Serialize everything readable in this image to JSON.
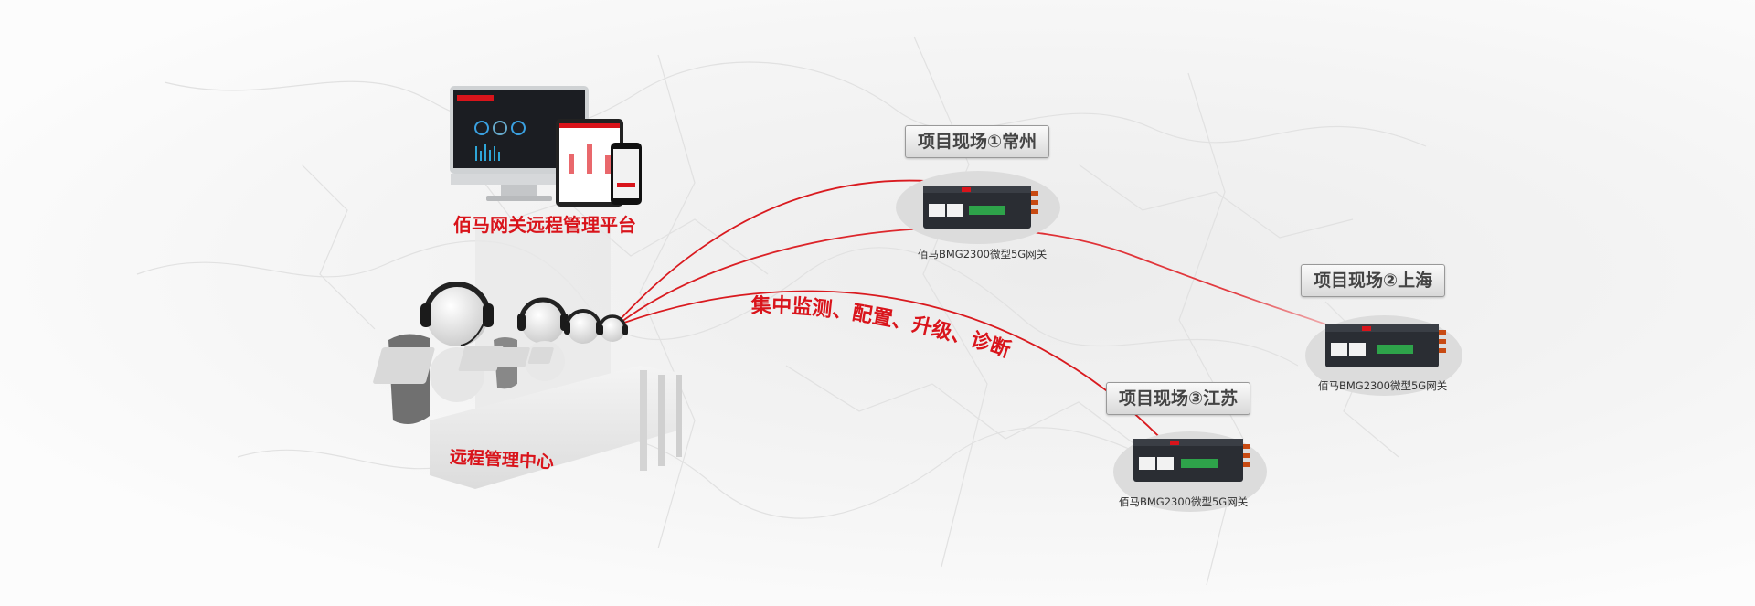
{
  "platform_label": "佰马网关远程管理平台",
  "center_label": "远程管理中心",
  "curve_label": "集中监测、配置、升级、诊断",
  "sites": [
    {
      "title": "项目现场①常州",
      "device_caption": "佰马BMG2300微型5G网关"
    },
    {
      "title": "项目现场②上海",
      "device_caption": "佰马BMG2300微型5G网关"
    },
    {
      "title": "项目现场③江苏",
      "device_caption": "佰马BMG2300微型5G网关"
    }
  ],
  "colors": {
    "accent_red": "#d9141b",
    "link_line": "#d91a1f"
  }
}
